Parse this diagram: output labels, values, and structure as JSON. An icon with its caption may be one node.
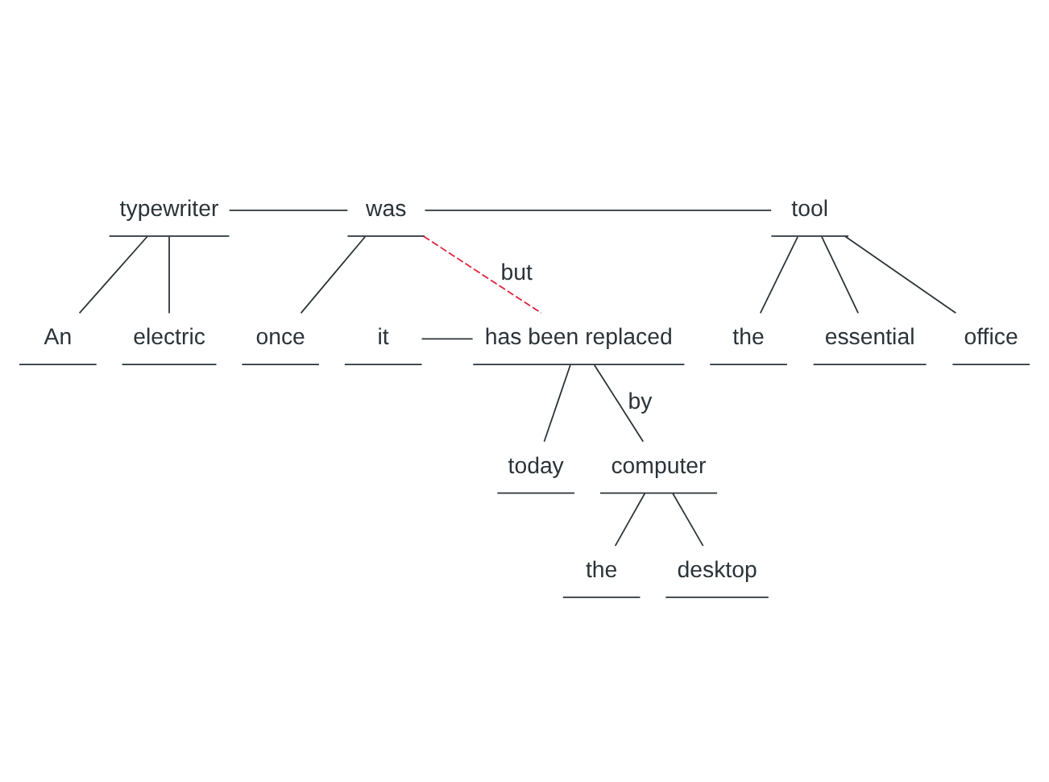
{
  "diagram": {
    "nodes": [
      {
        "text": [
          "typewriter"
        ]
      },
      {
        "text": [
          "was"
        ]
      },
      {
        "text": [
          "tool"
        ]
      },
      {
        "text": [
          "An"
        ]
      },
      {
        "text": [
          "electric"
        ]
      },
      {
        "text": [
          "once"
        ]
      },
      {
        "text": [
          "the"
        ]
      },
      {
        "text": [
          "essential"
        ]
      },
      {
        "text": [
          "office"
        ]
      },
      {
        "text": [
          "it"
        ]
      },
      {
        "text": [
          "has been replaced"
        ]
      },
      {
        "text": [
          "today"
        ]
      },
      {
        "text": [
          "computer"
        ]
      },
      {
        "text": [
          "the"
        ]
      },
      {
        "text": [
          "desktop"
        ]
      }
    ],
    "edges": [
      {
        "from": 0,
        "to": 1,
        "arrow": "none"
      },
      {
        "from": 1,
        "to": 2,
        "arrow": "none"
      },
      {
        "from": 0,
        "to": 3,
        "arrow": "none"
      },
      {
        "from": 0,
        "to": 4,
        "arrow": "none"
      },
      {
        "from": 1,
        "to": 5,
        "arrow": "none"
      },
      {
        "from": 2,
        "to": 6,
        "arrow": "none"
      },
      {
        "from": 2,
        "to": 7,
        "arrow": "none"
      },
      {
        "from": 2,
        "to": 8,
        "arrow": "none"
      },
      {
        "from": 1,
        "to": 10,
        "arrow": "none",
        "label": "but",
        "style": "dashed",
        "color": "#e0203a"
      },
      {
        "from": 9,
        "to": 10,
        "arrow": "none"
      },
      {
        "from": 10,
        "to": 11,
        "arrow": "none"
      },
      {
        "from": 10,
        "to": 12,
        "arrow": "none",
        "label": "by"
      },
      {
        "from": 12,
        "to": 13,
        "arrow": "none"
      },
      {
        "from": 12,
        "to": 14,
        "arrow": "none"
      }
    ]
  }
}
